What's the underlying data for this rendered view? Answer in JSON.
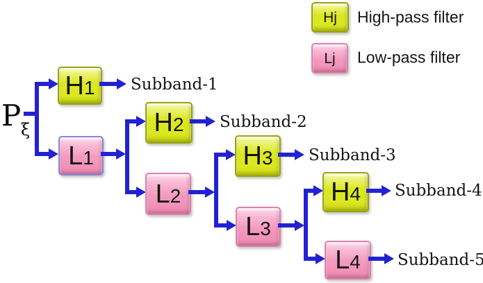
{
  "colors": {
    "arrow_blue": "#2222d2",
    "high_fill": "#dbe821",
    "high_fill_light": "#f5f9b8",
    "high_border": "#97a312",
    "low_fill": "#f49cc0",
    "low_fill_light": "#fcdcea",
    "low_border": "#df7fae",
    "l1_border": "#8b85da",
    "text": "#141414"
  },
  "input": {
    "base": "P",
    "subscript": "ξ"
  },
  "filters": {
    "h1": {
      "base": "H",
      "index": "1",
      "type": "high-pass"
    },
    "h2": {
      "base": "H",
      "index": "2",
      "type": "high-pass"
    },
    "h3": {
      "base": "H",
      "index": "3",
      "type": "high-pass"
    },
    "h4": {
      "base": "H",
      "index": "4",
      "type": "high-pass"
    },
    "l1": {
      "base": "L",
      "index": "1",
      "type": "low-pass"
    },
    "l2": {
      "base": "L",
      "index": "2",
      "type": "low-pass"
    },
    "l3": {
      "base": "L",
      "index": "3",
      "type": "low-pass"
    },
    "l4": {
      "base": "L",
      "index": "4",
      "type": "low-pass"
    }
  },
  "outputs": {
    "s1": "Subband-1",
    "s2": "Subband-2",
    "s3": "Subband-3",
    "s4": "Subband-4",
    "s5": "Subband-5"
  },
  "legend": {
    "high": {
      "box_label": "Hj",
      "description": "High-pass filter"
    },
    "low": {
      "box_label": "Lj",
      "description": "Low-pass filter"
    }
  },
  "connections": [
    {
      "from": "Pξ",
      "to": "H1"
    },
    {
      "from": "Pξ",
      "to": "L1"
    },
    {
      "from": "H1",
      "to": "Subband-1"
    },
    {
      "from": "L1",
      "to": "H2"
    },
    {
      "from": "L1",
      "to": "L2"
    },
    {
      "from": "H2",
      "to": "Subband-2"
    },
    {
      "from": "L2",
      "to": "H3"
    },
    {
      "from": "L2",
      "to": "L3"
    },
    {
      "from": "H3",
      "to": "Subband-3"
    },
    {
      "from": "L3",
      "to": "H4"
    },
    {
      "from": "L3",
      "to": "L4"
    },
    {
      "from": "H4",
      "to": "Subband-4"
    },
    {
      "from": "L4",
      "to": "Subband-5"
    }
  ]
}
